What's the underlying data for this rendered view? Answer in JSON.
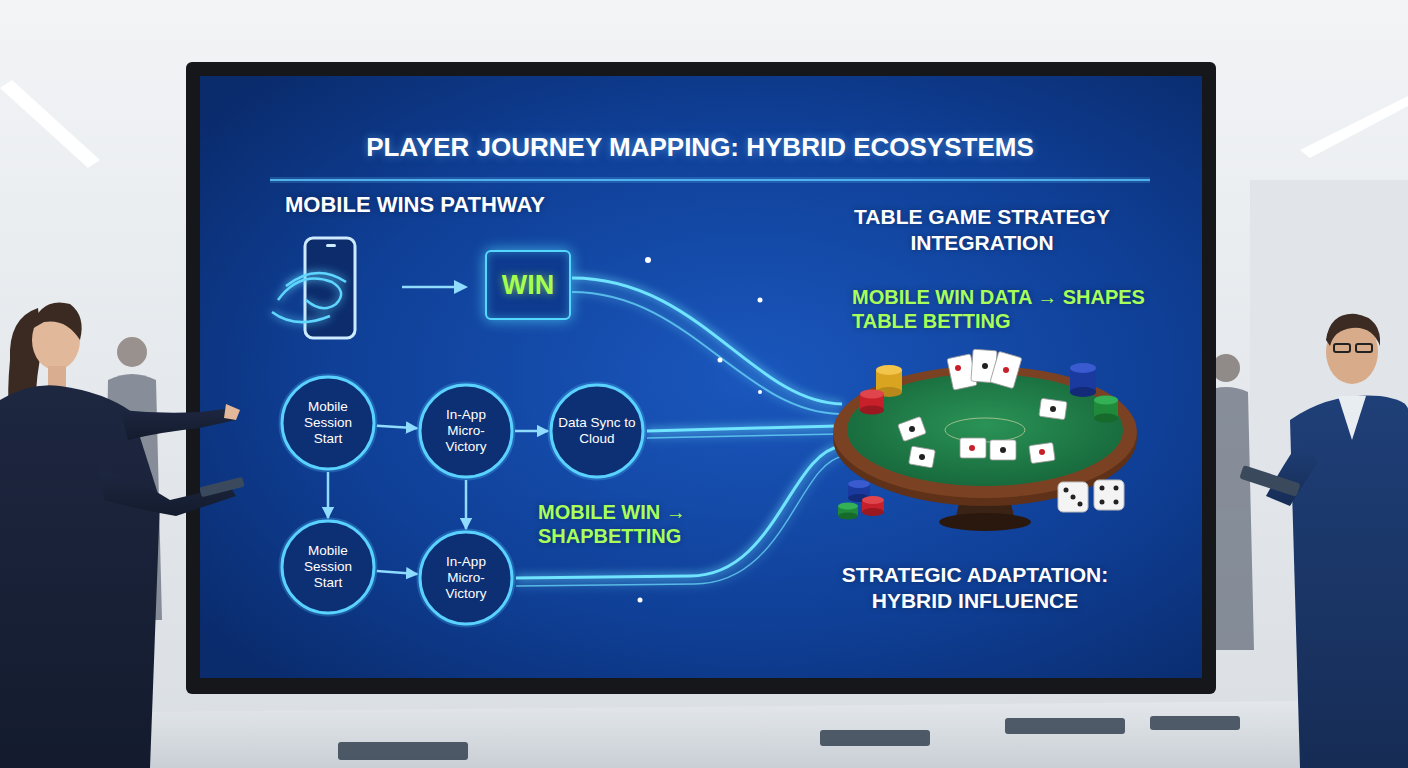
{
  "diagram": {
    "title": "PLAYER JOURNEY MAPPING: HYBRID ECOSYSTEMS",
    "nodes": [
      {
        "text": [
          "WIN"
        ]
      },
      {
        "text": [
          "Mobile Session Start"
        ]
      },
      {
        "text": [
          "In-App Micro-Victory"
        ]
      },
      {
        "text": [
          "Data Sync to Cloud"
        ]
      },
      {
        "text": [
          "Mobile Session Start"
        ]
      },
      {
        "text": [
          "In-App Micro-Victory"
        ]
      }
    ],
    "edges": [
      {
        "from": 1,
        "to": 2,
        "arrow": "to"
      },
      {
        "from": 2,
        "to": 3,
        "arrow": "to"
      },
      {
        "from": 1,
        "to": 4,
        "arrow": "to"
      },
      {
        "from": 2,
        "to": 5,
        "arrow": "to"
      },
      {
        "from": 4,
        "to": 5,
        "arrow": "to"
      }
    ],
    "labels": [
      "MOBILE WINS PATHWAY",
      "TABLE GAME STRATEGY INTEGRATION",
      "MOBILE WIN DATA → SHAPES TABLE BETTING",
      "MOBILE WIN → SHAPBETTING",
      "STRATEGIC ADAPTATION: HYBRID INFLUENCE"
    ]
  }
}
